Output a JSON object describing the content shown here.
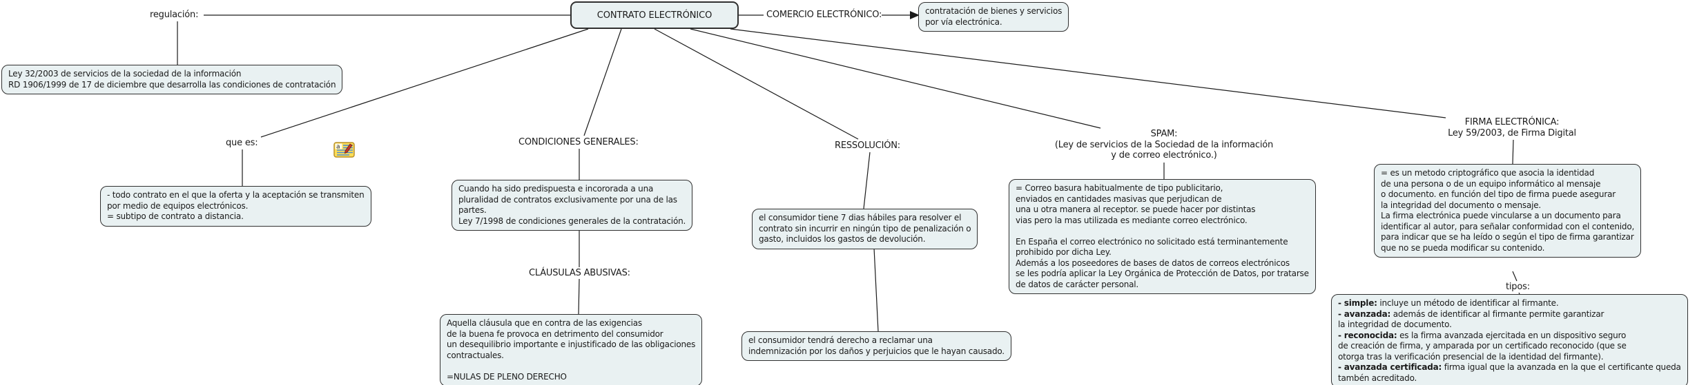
{
  "root_node": {
    "label": "CONTRATO ELECTRÓNICO"
  },
  "labels": {
    "regulacion": "regulación:",
    "comercio": "COMERCIO ELECTRÓNICO:",
    "que_es": "que es:",
    "condiciones_generales": "CONDICIONES GENERALES:",
    "clausulas_abusivas": "CLÁUSULAS ABUSIVAS:",
    "ressolucion": "RESSOLUCIÓN:",
    "spam": "SPAM:\n(Ley de servicios de la Sociedad de la información\ny de correo electrónico.)",
    "firma": "FIRMA ELECTRÓNICA:\nLey 59/2003, de Firma Digital",
    "tipos": "tipos:"
  },
  "boxes": {
    "comercio_def": "contratación de bienes y servicios\npor vía electrónica.",
    "regulacion_leyes": "Ley 32/2003 de servicios de la sociedad de la información\nRD 1906/1999 de 17 de diciembre que desarrolla las condiciones de contratación",
    "que_es_def": "- todo contrato en el que la oferta y la aceptación se transmiten\npor medio de equipos electrónicos.\n= subtipo de contrato a distancia.",
    "condiciones_def": "Cuando ha sido predispuesta e incororada a una\npluralidad de contratos exclusivamente por una de las\npartes.\nLey 7/1998 de condiciones generales de la contratación.",
    "clausulas_def": "Aquella cláusula que en contra de las exigencias\nde la buena fe provoca en detrimento del consumidor\nun desequilibrio importante e injustificado de las obligaciones\ncontractuales.\n\n=NULAS DE PLENO DERECHO",
    "ressolucion_def": "el consumidor tiene 7 dias hábiles para resolver el\ncontrato sin incurrir en ningún tipo de penalización o\ngasto, incluidos los gastos de devolución.",
    "indemnizacion_def": "el consumidor tendrá derecho a reclamar una\nindemnización por los daños y perjuicios que le hayan causado.",
    "spam_def": "= Correo basura habitualmente de tipo publicitario,\nenviados en cantidades masivas que perjudican de\nuna u otra manera al receptor. se puede hacer por distintas\nvias pero la mas utilizada es mediante correo electrónico.\n\nEn España el correo electrónico no solicitado está terminantemente\nprohibido por dicha Ley.\nAdemás a los poseedores de bases de datos de correos electrónicos\nse les podría aplicar la Ley Orgánica de Protección de Datos, por tratarse\nde datos de carácter personal.",
    "firma_def": "= es un metodo criptográfico que asocia la identidad\nde una persona o de un equipo informático al mensaje\no documento. en función del tipo de firma puede asegurar\nla integridad del documento o mensaje.\nLa firma electrónica puede vincularse a un documento para\nidentificar al autor, para señalar conformidad con el contenido,\npara indicar que se ha leído o según el tipo de firma garantizar\nque no se pueda modificar su contenido."
  },
  "tipos_items": [
    {
      "term": "- simple:",
      "desc": " incluye un método de identificar al firmante."
    },
    {
      "term": "- avanzada:",
      "desc": " además de identificar al firmante permite garantizar\nla integridad de documento."
    },
    {
      "term": "- reconocida:",
      "desc": " es la firma avanzada ejercitada en un dispositivo seguro\nde creación de firma, y amparada por un certificado reconocido (que se\notorga tras la verificación presencial de la identidad del firmante)."
    },
    {
      "term": "- avanzada certificada:",
      "desc": " firma igual que la avanzada en la que el certificante queda\ntambén acreditado."
    }
  ],
  "icons": {
    "annotation": {
      "name": "annotation-note-icon",
      "letter": "a"
    }
  },
  "colors": {
    "node_fill": "#e9f1f2",
    "node_border": "#2f2f2f",
    "line": "#1a1a1a",
    "background": "#ffffff",
    "annotation_yellow": "#ffdd55"
  }
}
